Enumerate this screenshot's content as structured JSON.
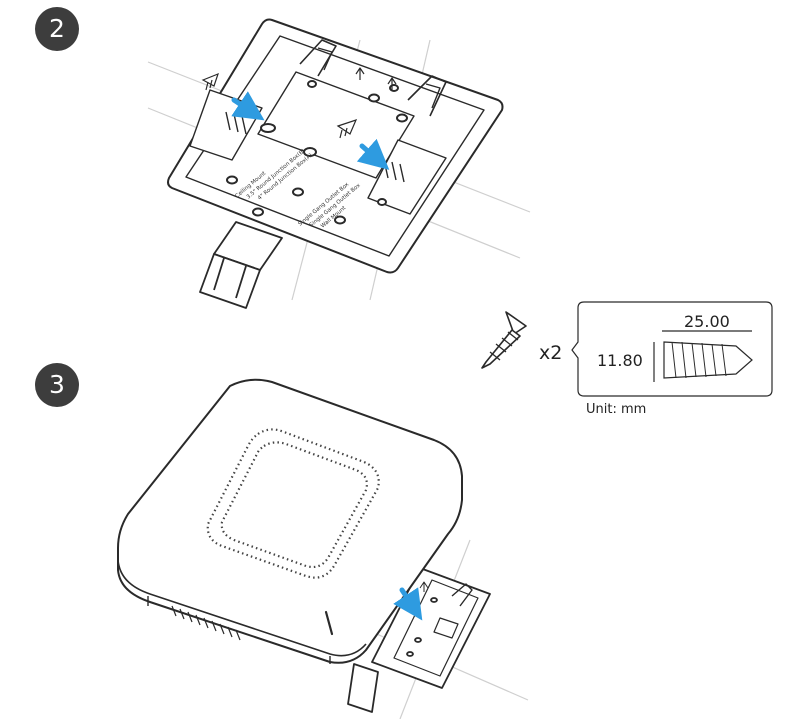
{
  "colors": {
    "badge": "#3d3d3d",
    "arrow": "#2e9be0",
    "line": "#2a2a2a",
    "guide": "#c8c8c8"
  },
  "steps": [
    {
      "number": "2"
    },
    {
      "number": "3"
    }
  ],
  "plate_labels": [
    "Ceiling Mount",
    "3.5\" Round Junction Box(B)",
    "4\" Round Junction Box(A)",
    "Single Gang Outlet Box",
    "Single Gang Outlet Box",
    "Wall Mount"
  ],
  "screw_spec": {
    "quantity": "x2",
    "length": "25.00",
    "diameter": "11.80",
    "unit": "Unit: mm"
  },
  "icons": [
    "screw-icon",
    "arrow-icon",
    "mounting-plate-icon",
    "access-point-icon",
    "ethernet-cable-icon"
  ]
}
